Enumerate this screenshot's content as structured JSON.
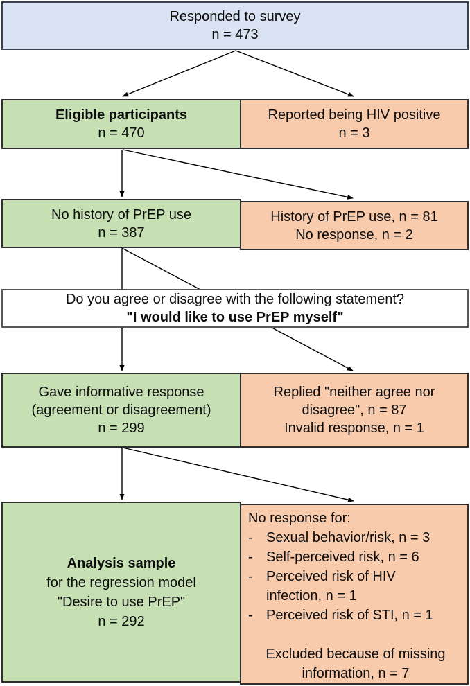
{
  "diagram": {
    "survey": {
      "line1": "Responded to survey",
      "line2": "n = 473"
    },
    "eligible": {
      "line1": "Eligible participants",
      "line2": "n = 470"
    },
    "hiv_positive": {
      "line1": "Reported being HIV positive",
      "line2": "n = 3"
    },
    "no_prep": {
      "line1": "No history of PrEP use",
      "line2": "n = 387"
    },
    "prep_history": {
      "line1": "History of PrEP use, n = 81",
      "line2": "No response, n = 2"
    },
    "question": {
      "line1": "Do you agree or disagree with the following statement?",
      "line2": "\"I would like to use PrEP myself\""
    },
    "informative": {
      "line1": "Gave informative response",
      "line2": "(agreement or disagreement)",
      "line3": "n = 299"
    },
    "neither": {
      "line1": "Replied \"neither agree nor",
      "line2": "disagree\", n = 87",
      "line3": "Invalid response, n = 1"
    },
    "analysis": {
      "line1": "Analysis sample",
      "line2": "for the regression model",
      "line3": "\"Desire to use PrEP\"",
      "line4": "n = 292"
    },
    "missing": {
      "header": "No response for:",
      "bullet": "-",
      "item1_line1": "Sexual behavior/risk, n = 3",
      "item2_line1": "Self-perceived risk, n = 6",
      "item3_line1": "Perceived risk of HIV",
      "item3_line2": "infection, n = 1",
      "item4_line1": "Perceived risk of STI, n = 1",
      "footer_line1": "Excluded because of missing",
      "footer_line2": "information, n = 7"
    },
    "colors": {
      "header_fill": "#dae3f3",
      "included_fill": "#c6e0b4",
      "excluded_fill": "#f8cbad",
      "box_border": "#2f2f2f",
      "question_border": "#595959",
      "arrow": "#000000"
    }
  }
}
